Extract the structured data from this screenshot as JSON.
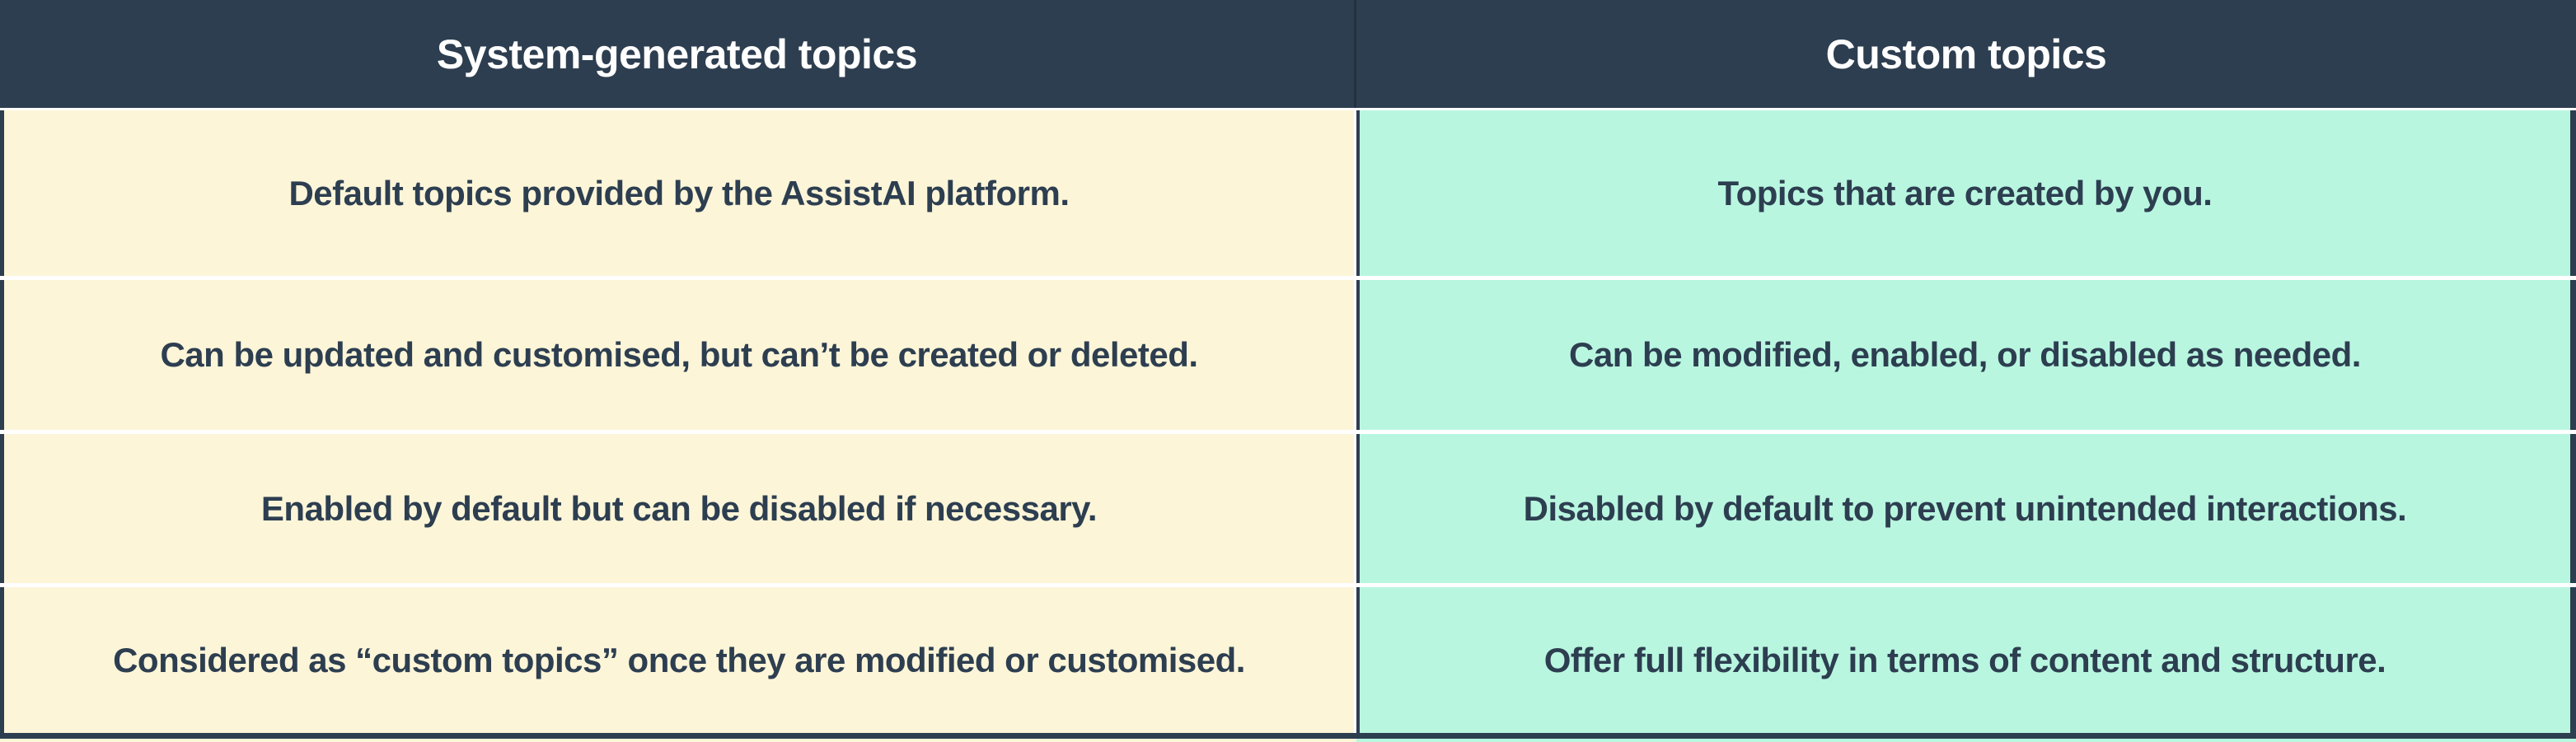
{
  "table": {
    "header": {
      "system_label": "System-generated topics",
      "custom_label": "Custom topics"
    },
    "rows": [
      {
        "system": "Default topics provided by the AssistAI platform.",
        "custom": "Topics that are created by you."
      },
      {
        "system": "Can be updated and customised, but can’t be created or deleted.",
        "custom": "Can be modified, enabled, or disabled as needed."
      },
      {
        "system": "Enabled by default but can be disabled if necessary.",
        "custom": "Disabled by default to prevent unintended interactions."
      },
      {
        "system": "Considered as “custom topics” once they are modified or customised.",
        "custom": "Offer full flexibility in terms of content and structure."
      }
    ],
    "colors": {
      "header_bg": "#2D3E50",
      "header_text": "#FFFFFF",
      "system_cell_bg": "#FCF5D8",
      "custom_cell_bg": "#B9F6E0",
      "body_text": "#2D3E50",
      "row_separator": "#FFFFFF",
      "border": "#2D3E50"
    }
  }
}
